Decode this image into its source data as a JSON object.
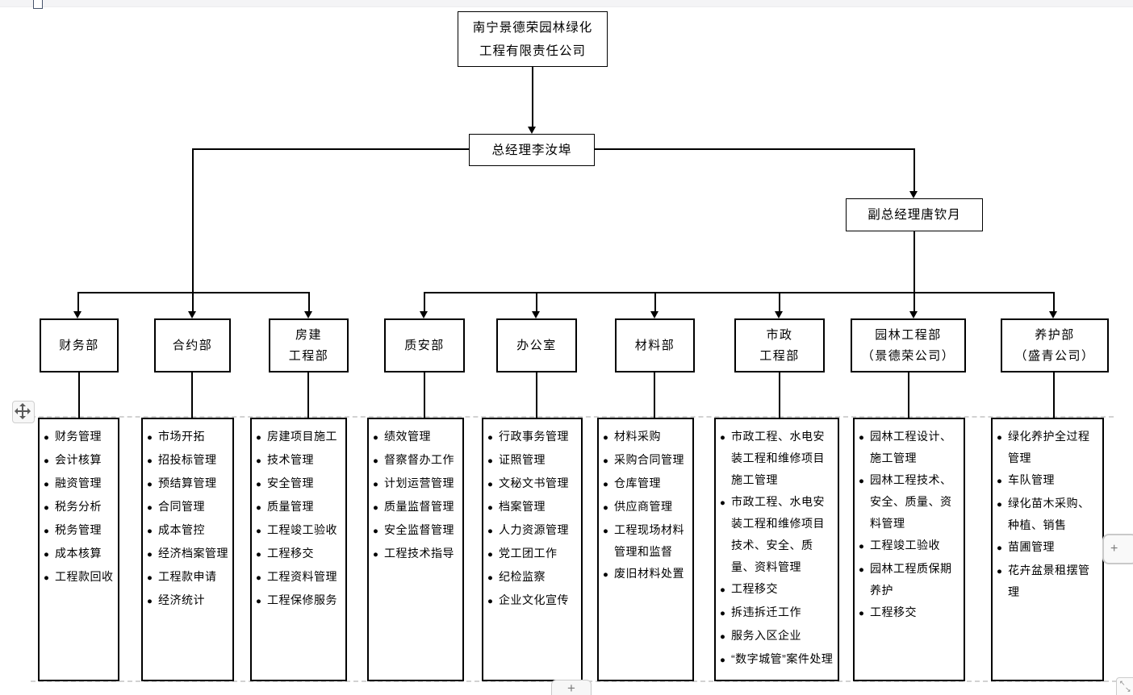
{
  "org": {
    "bullet_glyph": "●",
    "root": {
      "name_lines": [
        "南宁景德荣园林绿化",
        "工程有限责任公司"
      ]
    },
    "general_manager": "总经理李汝埠",
    "deputy_general_manager": "副总经理唐钦月",
    "departments": [
      {
        "name_lines": [
          "财务部"
        ],
        "items": [
          "财务管理",
          "会计核算",
          "融资管理",
          "税务分析",
          "税务管理",
          "成本核算",
          "工程款回收"
        ]
      },
      {
        "name_lines": [
          "合约部"
        ],
        "items": [
          "市场开拓",
          "招投标管理",
          "预结算管理",
          "合同管理",
          "成本管控",
          "经济档案管理",
          "工程款申请",
          "经济统计"
        ]
      },
      {
        "name_lines": [
          "房建",
          "工程部"
        ],
        "items": [
          "房建项目施工",
          "技术管理",
          "安全管理",
          "质量管理",
          "工程竣工验收",
          "工程移交",
          "工程资料管理",
          "工程保修服务"
        ]
      },
      {
        "name_lines": [
          "质安部"
        ],
        "items": [
          "绩效管理",
          "督察督办工作",
          "计划运营管理",
          "质量监督管理",
          "安全监督管理",
          "工程技术指导"
        ]
      },
      {
        "name_lines": [
          "办公室"
        ],
        "items": [
          "行政事务管理",
          "证照管理",
          "文秘文书管理",
          "档案管理",
          "人力资源管理",
          "党工团工作",
          "纪检监察",
          "企业文化宣传"
        ]
      },
      {
        "name_lines": [
          "材料部"
        ],
        "items": [
          "材料采购",
          "采购合同管理",
          "仓库管理",
          "供应商管理",
          "工程现场材料管理和监督",
          "废旧材料处置"
        ]
      },
      {
        "name_lines": [
          "市政",
          "工程部"
        ],
        "items": [
          "市政工程、水电安装工程和维修项目施工管理",
          "市政工程、水电安装工程和维修项目技术、安全、质量、资料管理",
          "工程移交",
          "拆违拆迁工作",
          "服务入区企业",
          "“数字城管”案件处理"
        ]
      },
      {
        "name_lines": [
          "园林工程部",
          "（景德荣公司）"
        ],
        "items": [
          "园林工程设计、施工管理",
          "园林工程技术、安全、质量、资料管理",
          "工程竣工验收",
          "园林工程质保期养护",
          "工程移交"
        ]
      },
      {
        "name_lines": [
          "养护部",
          "（盛青公司）"
        ],
        "items": [
          "绿化养护全过程管理",
          "车队管理",
          "绿化苗木采购、种植、销售",
          "苗圃管理",
          "花卉盆景租摆管理"
        ]
      }
    ]
  },
  "chrome": {
    "add_button_bottom": "+",
    "add_button_right": "+",
    "resize_arrow_nw": "↖",
    "resize_arrow_se": "↘",
    "icons": {
      "move_handle": "four-direction-move-cross",
      "bullet": "filled-circle",
      "resize": "diagonal-arrows"
    }
  },
  "colors": {
    "line": "#000000",
    "box_border": "#000000",
    "chrome_border": "#c9c9c9",
    "chrome_bg": "#f7f7f7",
    "chrome_fg": "#7b7b7b",
    "strip_bg": "#f4f4f6"
  }
}
